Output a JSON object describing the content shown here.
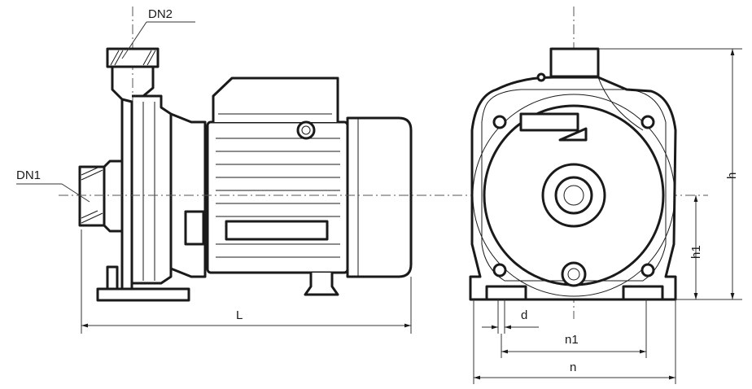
{
  "labels": {
    "dn2": "DN2",
    "dn1": "DN1",
    "L": "L",
    "h": "h",
    "h1": "h1",
    "d": "d",
    "n1": "n1",
    "n": "n"
  }
}
